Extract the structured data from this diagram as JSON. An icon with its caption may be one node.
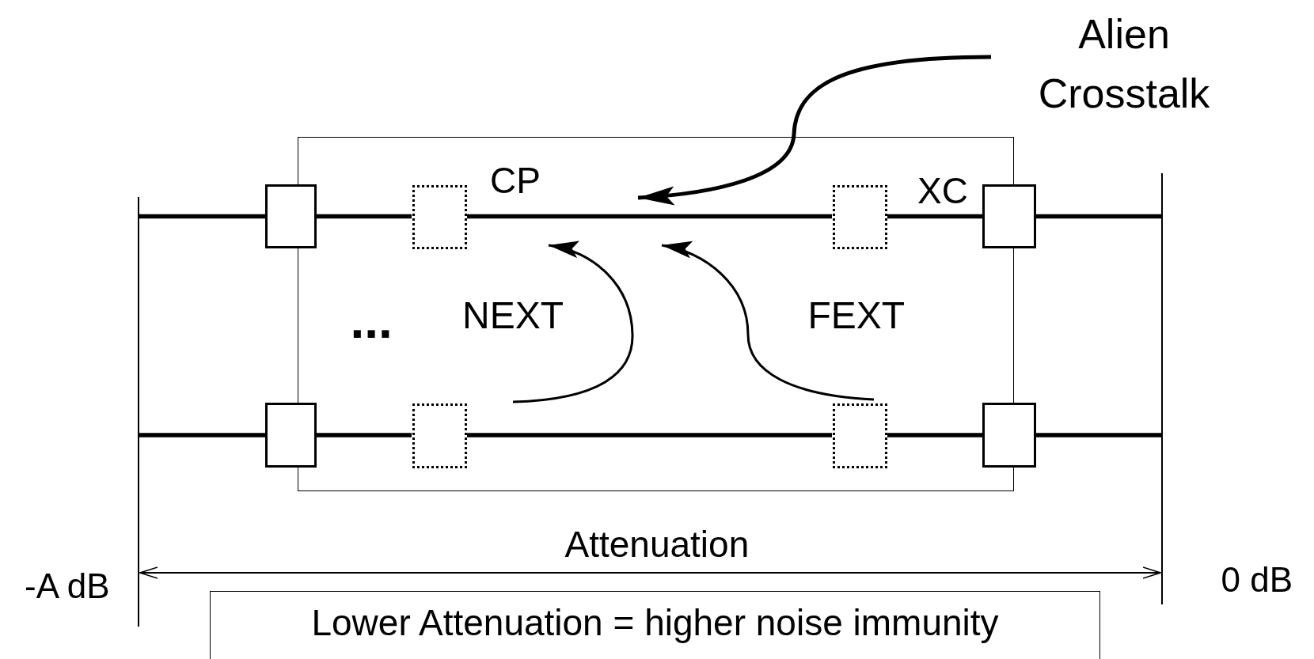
{
  "diagram": {
    "nodes": [
      {
        "text": [
          "Alien Crosstalk"
        ]
      },
      {
        "text": [],
        "shape": "box"
      },
      {
        "text": [],
        "shape": "box"
      },
      {
        "text": [],
        "shape": "box",
        "in": 1
      },
      {
        "text": [],
        "shape": "box",
        "in": 1
      },
      {
        "text": [],
        "shape": "box"
      },
      {
        "text": [],
        "shape": "box"
      },
      {
        "text": [],
        "shape": "box",
        "in": 1
      },
      {
        "text": [],
        "shape": "box",
        "in": 1
      },
      {
        "text": [],
        "shape": "box"
      },
      {
        "text": [
          "Lower Attenuation = higher noise immunity"
        ]
      }
    ],
    "edges": [
      {
        "from": 0,
        "to": null,
        "arrow": "to"
      },
      {
        "from": null,
        "to": 2,
        "arrow": "none"
      },
      {
        "from": 2,
        "to": 3,
        "arrow": "none"
      },
      {
        "from": 3,
        "to": 4,
        "arrow": "none"
      },
      {
        "from": 4,
        "to": 5,
        "arrow": "none"
      },
      {
        "from": 5,
        "to": null,
        "arrow": "none"
      },
      {
        "from": null,
        "to": 6,
        "arrow": "none"
      },
      {
        "from": 6,
        "to": 7,
        "arrow": "none"
      },
      {
        "from": 7,
        "to": 8,
        "arrow": "none"
      },
      {
        "from": 8,
        "to": 9,
        "arrow": "none"
      },
      {
        "from": 9,
        "to": null,
        "arrow": "none"
      }
    ],
    "labels": [
      "CP",
      "XC",
      "...",
      "NEXT",
      "FEXT",
      "Attenuation",
      "-A dB",
      "0 dB"
    ]
  }
}
